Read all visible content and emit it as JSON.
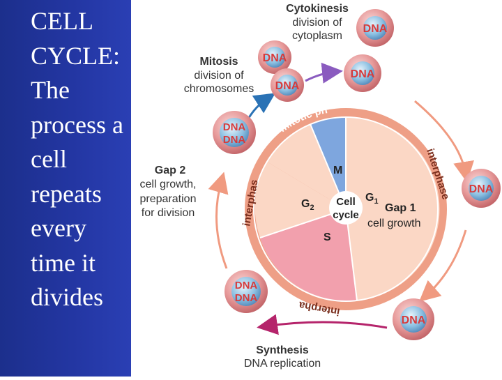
{
  "slide": {
    "title_lines": [
      "CELL",
      "CYCLE:",
      "The",
      "process a",
      "cell",
      "repeats",
      "every",
      "time it",
      "divides"
    ]
  },
  "diagram": {
    "center_label_1": "Cell",
    "center_label_2": "cycle",
    "phase_m": "M",
    "phase_g1": "G",
    "phase_g1_sub": "1",
    "phase_g2": "G",
    "phase_g2_sub": "2",
    "phase_s": "S",
    "ring_mitotic": "mitotic ph",
    "ring_interphase_right": "interphase",
    "ring_interphase_left": "interphas",
    "ring_interphase_bottom": "interpha",
    "cytokinesis_title": "Cytokinesis",
    "cytokinesis_line1": "division of",
    "cytokinesis_line2": "cytoplasm",
    "mitosis_title": "Mitosis",
    "mitosis_line1": "division of",
    "mitosis_line2": "chromosomes",
    "gap2_title": "Gap 2",
    "gap2_line1": "cell growth,",
    "gap2_line2": "preparation",
    "gap2_line3": "for division",
    "gap1_title": "Gap 1",
    "gap1_line1": "cell growth",
    "synthesis_title": "Synthesis",
    "synthesis_line1": "DNA replication",
    "dna": "DNA",
    "colors": {
      "m_wedge": "#7ea6de",
      "s_wedge": "#f2a0ad",
      "g_wedge": "#fbd7c5",
      "ring": "#ee9f86",
      "arrow": "#f09a80",
      "arrow_purple": "#b5246b",
      "dna_text": "#d83a3a"
    }
  }
}
